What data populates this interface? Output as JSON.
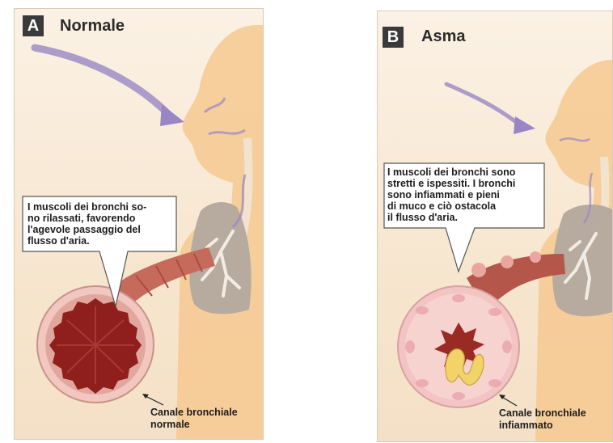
{
  "panel_a": {
    "letter": "A",
    "title": "Normale",
    "callout": [
      "I muscoli dei bronchi so-",
      "no rilassati, favorendo",
      "l'agevole passaggio del",
      "flusso d'aria."
    ],
    "caption": [
      "Canale bronchiale",
      "normale"
    ]
  },
  "panel_b": {
    "letter": "B",
    "title": "Asma",
    "callout": [
      "I muscoli dei bronchi sono",
      "stretti e ispessiti. I bronchi",
      "sono infiammati e pieni",
      "di muco e ciò ostacola",
      "il flusso d'aria."
    ],
    "caption": [
      "Canale bronchiale",
      "infiammato"
    ]
  },
  "colors": {
    "body_silhouette": "#f6c991",
    "lung": "#b7aa9e",
    "airflow_arrow": "#9a86c4",
    "bronchus_normal": "#a6322c",
    "bronchus_inflamed": "#f3c4c4",
    "mucus": "#f1d36a"
  }
}
